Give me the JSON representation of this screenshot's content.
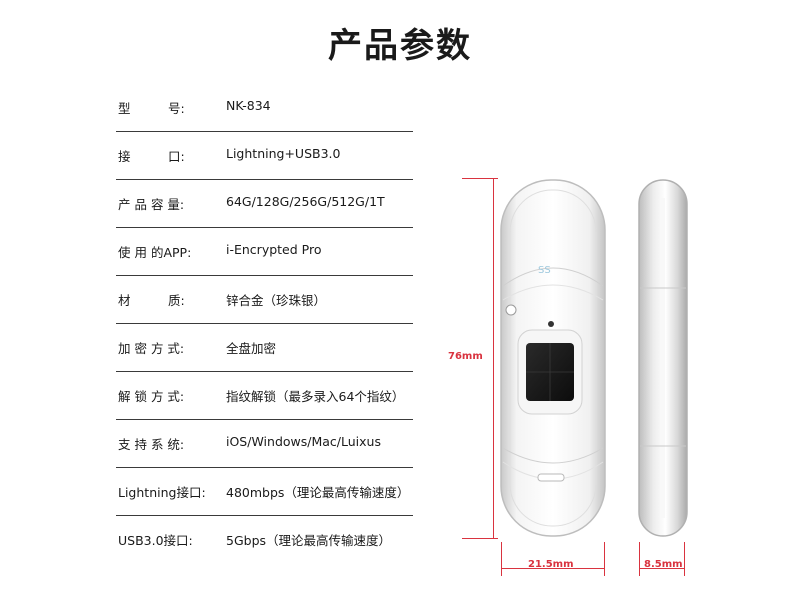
{
  "page": {
    "title": "产品参数"
  },
  "specs": [
    {
      "label": "型　　　号:",
      "value": "NK-834"
    },
    {
      "label": "接　　　口:",
      "value": "Lightning+USB3.0"
    },
    {
      "label": "产 品 容 量:",
      "value": "64G/128G/256G/512G/1T"
    },
    {
      "label": "使 用 的APP:",
      "value": "i-Encrypted Pro"
    },
    {
      "label": "材　　　质:",
      "value": "锌合金（珍珠银）"
    },
    {
      "label": "加 密 方 式:",
      "value": "全盘加密"
    },
    {
      "label": "解 锁 方 式:",
      "value": "指纹解锁（最多录入64个指纹）"
    },
    {
      "label": "支 持 系 统:",
      "value": "iOS/Windows/Mac/Luixus"
    },
    {
      "label": "Lightning接口:",
      "value": "480mbps（理论最高传输速度）"
    },
    {
      "label": "USB3.0接口:",
      "value": "5Gbps（理论最高传输速度）"
    }
  ],
  "dimensions": {
    "height": "76mm",
    "width": "21.5mm",
    "thickness": "8.5mm"
  },
  "device": {
    "usb_logo": "SS",
    "color": "#e6e6e6",
    "accent": "#d9333f"
  }
}
